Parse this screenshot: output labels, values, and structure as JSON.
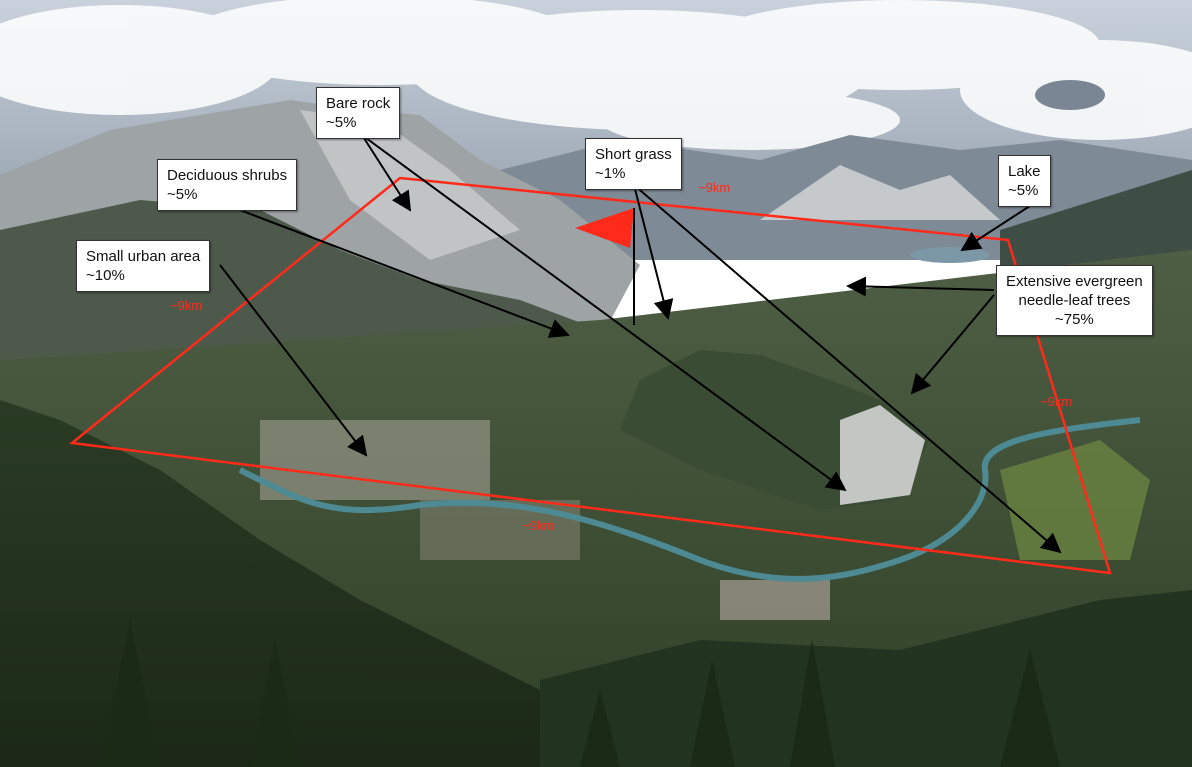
{
  "labels": {
    "bare_rock": {
      "name": "Bare rock",
      "pct": "~5%"
    },
    "deciduous_shrubs": {
      "name": "Deciduous shrubs",
      "pct": "~5%"
    },
    "small_urban": {
      "name": "Small urban area",
      "pct": "~10%"
    },
    "short_grass": {
      "name": "Short grass",
      "pct": "~1%"
    },
    "lake": {
      "name": "Lake",
      "pct": "~5%"
    },
    "evergreen": {
      "line1": "Extensive evergreen",
      "line2": "needle-leaf trees",
      "pct": "~75%"
    }
  },
  "distances": {
    "top": "~9km",
    "left": "~9km",
    "right": "~9km",
    "bottom": "~9km"
  },
  "colors": {
    "outline": "#ff2a1a",
    "arrow": "#000000",
    "box_bg": "#ffffff"
  }
}
